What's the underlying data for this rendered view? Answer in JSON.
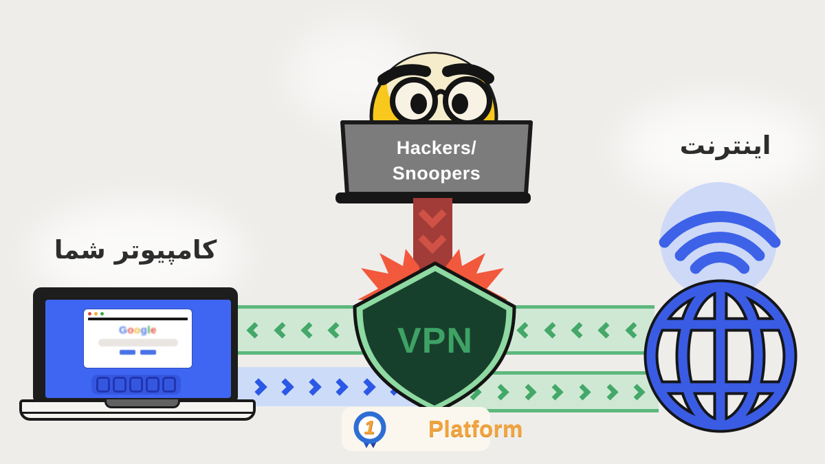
{
  "scene": {
    "computer_label": "کامپیوتر شما",
    "internet_label": "اینترنت",
    "vpn_label": "VPN",
    "hacker_label_line1": "Hackers/",
    "hacker_label_line2": "Snoopers",
    "brand": {
      "name": "Platform",
      "badge": "1"
    }
  },
  "colors": {
    "bg": "#efedea",
    "band_green_fill": "#cfe8d4",
    "band_green_border": "#5cb87c",
    "band_green_chevron": "#43a868",
    "band_blue_fill": "#ccdcf8",
    "band_blue_chevron": "#2b58e6",
    "attack_column": "#a23c38",
    "attack_chevron": "#d05246",
    "burst": "#f2583c",
    "shield_dark": "#17402c",
    "shield_light": "#8fd9a2",
    "vpn_text": "#3ea264",
    "globe_blue": "#3a5ce4",
    "wifi_blue": "#3d62e8",
    "wifi_bg": "#cdd9f7",
    "hacker_face": "#f8c81c",
    "hacker_laptop": "#7c7c7c",
    "brand_orange": "#f0a33e",
    "brand_blue": "#2e6ed4",
    "laptop_screen_blue": "#3f66f2"
  },
  "bands": {
    "top_green": {
      "direction": "left",
      "chevron_count": 15
    },
    "bottom_left_blue": {
      "direction": "right",
      "chevron_count": 7
    },
    "bottom_right_green": {
      "direction": "right",
      "chevron_count": 8
    }
  },
  "browser": {
    "logo_letters": [
      {
        "ch": "G",
        "color": "#4a76e8"
      },
      {
        "ch": "o",
        "color": "#e8493c"
      },
      {
        "ch": "o",
        "color": "#f0b32c"
      },
      {
        "ch": "g",
        "color": "#4a76e8"
      },
      {
        "ch": "l",
        "color": "#35a852"
      },
      {
        "ch": "e",
        "color": "#e8493c"
      }
    ],
    "traffic_lights": [
      "#e14b3e",
      "#efb02c",
      "#35a852"
    ]
  }
}
